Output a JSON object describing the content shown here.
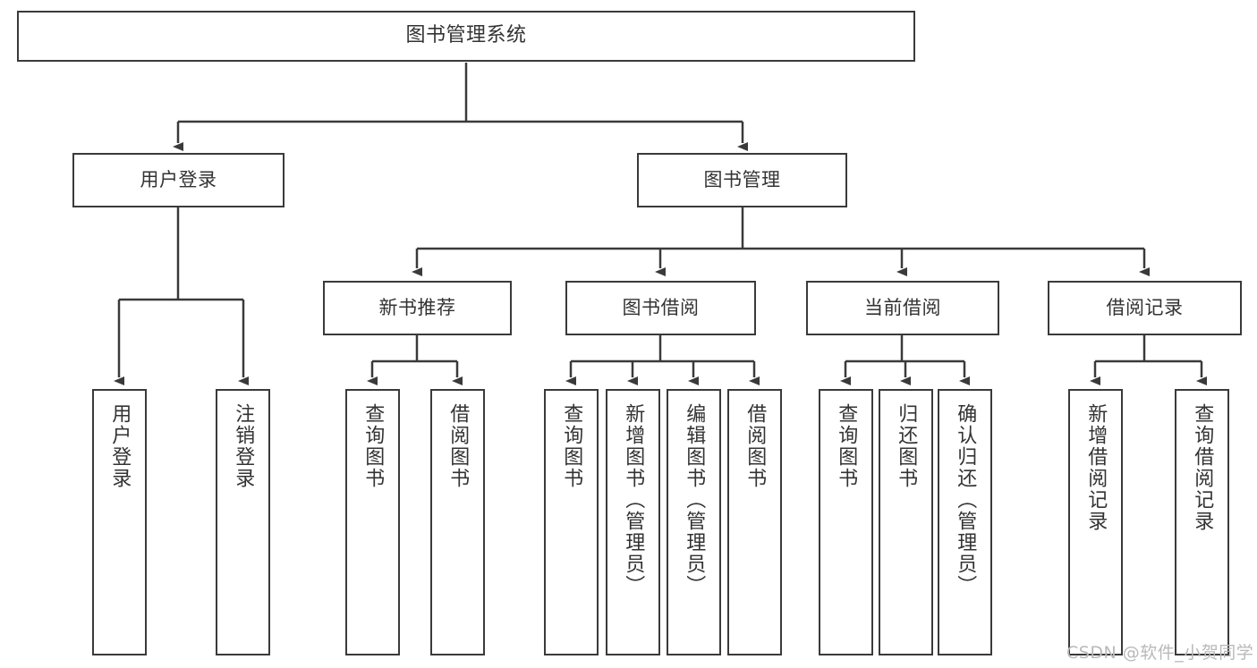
{
  "diagram": {
    "title": "图书管理系统",
    "type": "tree-hierarchy-chart",
    "root": {
      "label": "图书管理系统"
    },
    "level1": [
      {
        "label": "用户登录"
      },
      {
        "label": "图书管理"
      }
    ],
    "level2": [
      {
        "label": "新书推荐"
      },
      {
        "label": "图书借阅"
      },
      {
        "label": "当前借阅"
      },
      {
        "label": "借阅记录"
      }
    ],
    "leaves": {
      "user_login": [
        {
          "label": "用户登录"
        },
        {
          "label": "注销登录"
        }
      ],
      "new_book_recommend": [
        {
          "label": "查询图书"
        },
        {
          "label": "借阅图书"
        }
      ],
      "book_borrow": [
        {
          "label": "查询图书"
        },
        {
          "label": "新增图书（管理员）"
        },
        {
          "label": "编辑图书（管理员）"
        },
        {
          "label": "借阅图书"
        }
      ],
      "current_borrow": [
        {
          "label": "查询图书"
        },
        {
          "label": "归还图书"
        },
        {
          "label": "确认归还（管理员）"
        }
      ],
      "borrow_record": [
        {
          "label": "新增借阅记录"
        },
        {
          "label": "查询借阅记录"
        }
      ]
    }
  },
  "watermark": {
    "text": "CSDN @软件_小贺同学"
  },
  "colors": {
    "border": "#3a3a3a",
    "text": "#333333",
    "background": "#ffffff",
    "watermark": "#b9b9b9"
  }
}
